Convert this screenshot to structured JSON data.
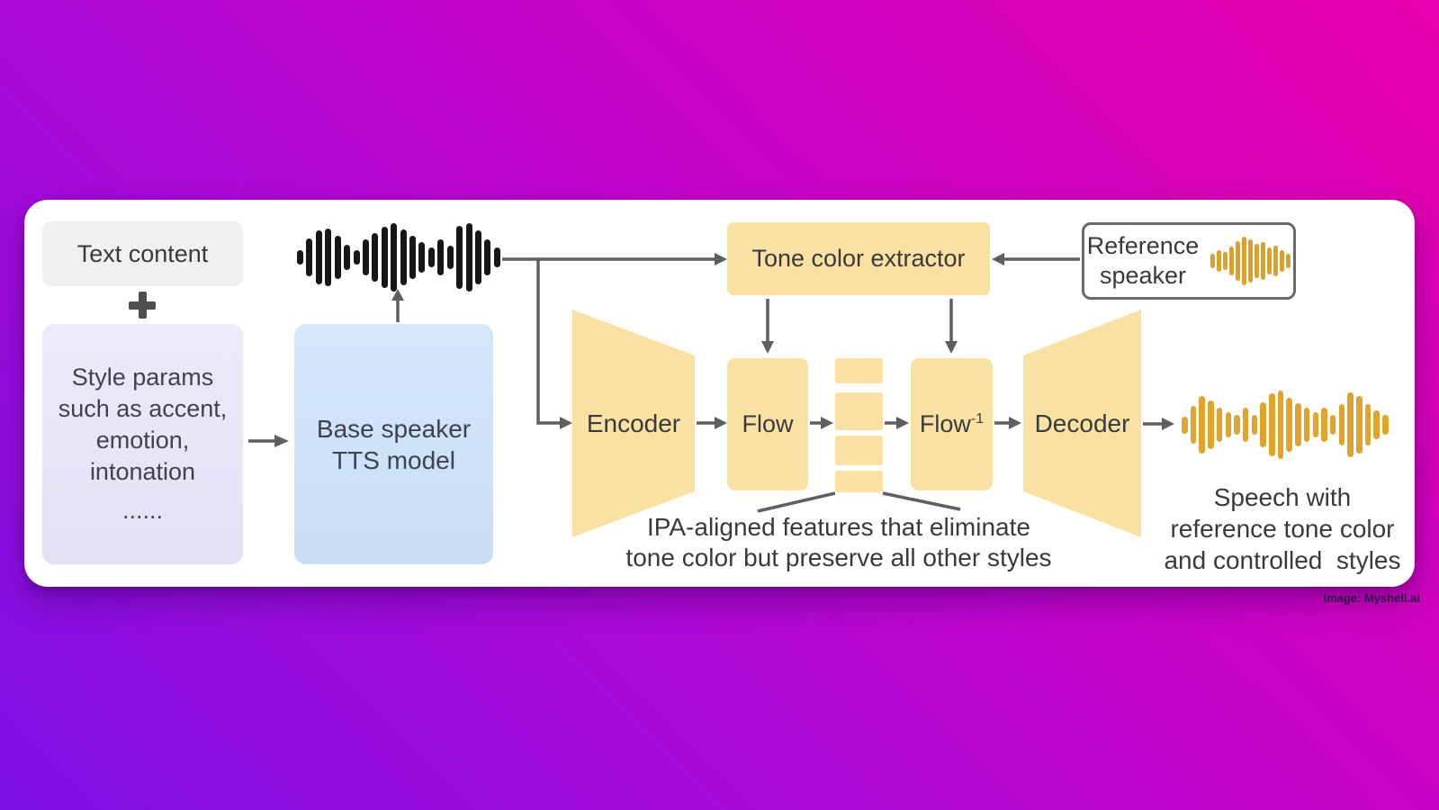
{
  "colors": {
    "background_top_right": "#e800ab",
    "background_middle": "#c104cc",
    "background_bottom_left": "#7d11e6",
    "card": "#ffffff",
    "node_yellow": "#f8e1a3",
    "node_blue": "#cfe3f8",
    "node_lavender": "#e7e6f7",
    "node_gray": "#f0f0f1",
    "arrow_gray": "#5f5f5f",
    "text": "#3a3a3a",
    "reference_border": "#6a6a6a"
  },
  "icons": {
    "plus": "+",
    "input_waveform": "waveform-icon",
    "reference_waveform": "waveform-icon",
    "output_waveform": "waveform-icon"
  },
  "nodes": {
    "text_content": {
      "label": "Text content"
    },
    "style_params": {
      "lines": [
        "Style params",
        "such as accent,",
        "emotion,",
        "intonation",
        "......"
      ]
    },
    "base_speaker": {
      "lines": [
        "Base speaker",
        "TTS model"
      ]
    },
    "tone_color_extractor": {
      "label": "Tone color extractor"
    },
    "reference_speaker": {
      "lines": [
        "Reference",
        "speaker"
      ]
    },
    "encoder": {
      "label": "Encoder"
    },
    "flow": {
      "label": "Flow"
    },
    "flow_inverse": {
      "base": "Flow",
      "sup": "-1"
    },
    "decoder": {
      "label": "Decoder"
    }
  },
  "captions": {
    "ipa_note": {
      "lines": [
        "IPA-aligned features that eliminate",
        "tone color but preserve all other styles"
      ]
    },
    "output_speech": {
      "lines": [
        "Speech with",
        "reference tone color",
        "and controlled  styles"
      ]
    }
  },
  "credit": "Image: Myshell.ai",
  "waveforms": {
    "input": {
      "color": "#171717",
      "bars": [
        0.22,
        0.55,
        0.8,
        0.85,
        0.62,
        0.38,
        0.22,
        0.52,
        0.72,
        0.9,
        1.0,
        0.82,
        0.62,
        0.45,
        0.28,
        0.52,
        0.33,
        0.92,
        1.0,
        0.78,
        0.52,
        0.3
      ]
    },
    "reference": {
      "color": "#D9A12D",
      "bars": [
        0.3,
        0.45,
        0.38,
        0.6,
        0.8,
        1.0,
        0.88,
        0.7,
        0.78,
        0.55,
        0.62,
        0.45,
        0.3
      ]
    },
    "output": {
      "color": "#DFA42E",
      "bars": [
        0.25,
        0.55,
        0.85,
        0.7,
        0.5,
        0.38,
        0.28,
        0.5,
        0.3,
        0.65,
        0.92,
        1.0,
        0.8,
        0.62,
        0.5,
        0.36,
        0.5,
        0.28,
        0.6,
        0.95,
        0.85,
        0.6,
        0.42,
        0.3
      ]
    }
  }
}
